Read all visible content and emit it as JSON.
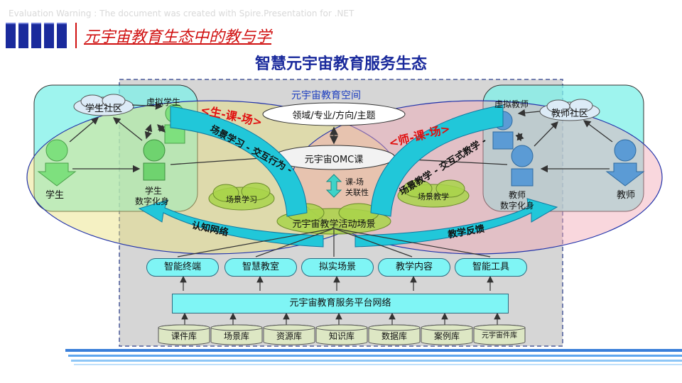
{
  "watermark": "Evaluation Warning : The document was created with  Spire.Presentation for .NET",
  "title": "元宇宙教育生态中的教与学",
  "subtitle": "智慧元宇宙教育服务生态",
  "space": {
    "label": "元宇宙教育空间",
    "domain_box": "领域/专业/方向/主题",
    "omc_course": "元宇宙OMC课",
    "relation": [
      "课-场",
      "关联性"
    ],
    "activity_scene": "元宇宙教学活动场景",
    "scene_learning": "场景学习",
    "scene_teaching": "场景教学"
  },
  "student_side": {
    "virtual_student": "虚拟学生",
    "community": "学生社区",
    "student": "学生",
    "digital_twin": [
      "学生",
      "数字化身"
    ],
    "triad": "<生-课-场>",
    "curve_label": "场景学习 - 交互行为 -",
    "arrow_label": "认知网络"
  },
  "teacher_side": {
    "virtual_teacher": "虚拟教师",
    "community": "教师社区",
    "teacher": "教师",
    "digital_twin": [
      "教师",
      "数字化身"
    ],
    "triad": "<师-课-场>",
    "curve_label": "场景教学 - 交互式教学 -",
    "arrow_label": "教学反馈"
  },
  "services": [
    "智能终端",
    "智慧教室",
    "拟实场景",
    "教学内容",
    "智能工具"
  ],
  "platform": "元宇宙教育服务平台网络",
  "databases": [
    "课件库",
    "场景库",
    "资源库",
    "知识库",
    "数据库",
    "案例库",
    "元宇宙件库"
  ],
  "colors": {
    "title_red": "#d01010",
    "subtitle_blue": "#1a2a9c",
    "box_cyan": "#7ff5f5",
    "person_green": "#7ee07e",
    "person_blue": "#5b9bd5",
    "cloud_green": "#a9d34a",
    "arrow_cyan": "#21c7d9"
  }
}
